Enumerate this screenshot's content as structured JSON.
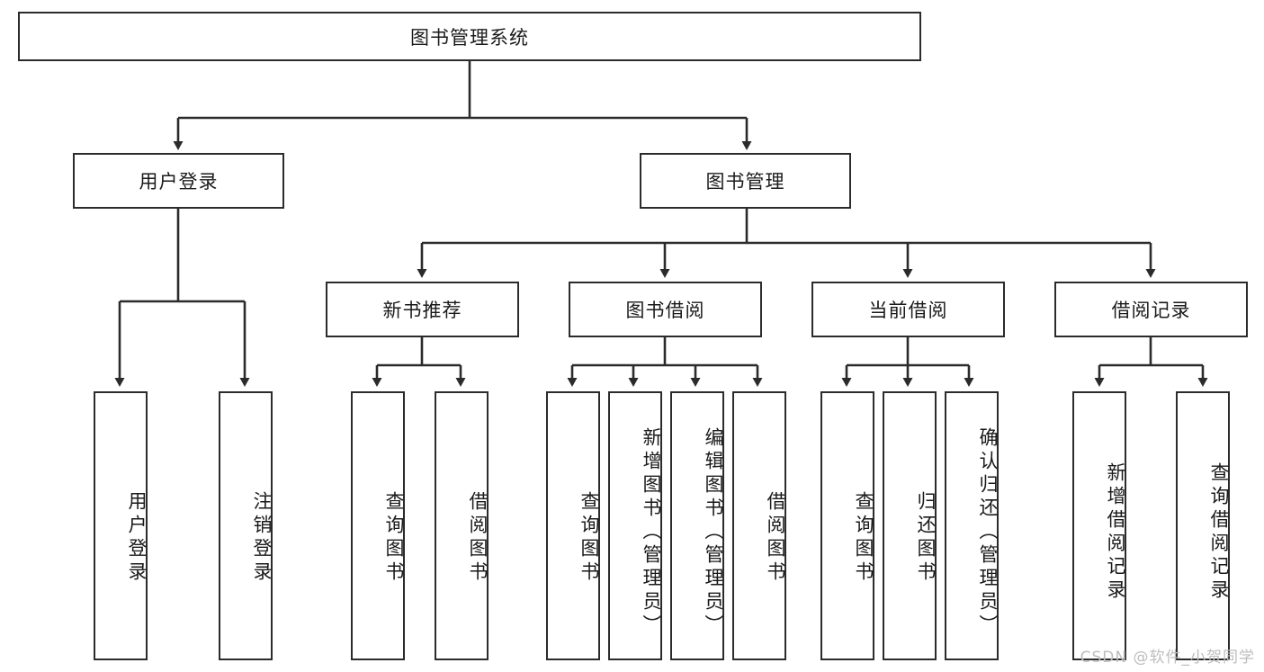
{
  "diagram": {
    "title": "图书管理系统",
    "type": "tree-hierarchy-diagram",
    "colors": {
      "box_border": "#2b2b2b",
      "box_fill": "#ffffff",
      "line": "#2b2b2b",
      "text": "#1a1a1a",
      "watermark": "#bdbdbd",
      "background": "#ffffff"
    },
    "root": {
      "label": "图书管理系统"
    },
    "level2": [
      {
        "label": "用户登录"
      },
      {
        "label": "图书管理"
      }
    ],
    "level3": [
      {
        "label": "新书推荐"
      },
      {
        "label": "图书借阅"
      },
      {
        "label": "当前借阅"
      },
      {
        "label": "借阅记录"
      }
    ],
    "leaves": {
      "user_login": [
        {
          "label": "用户登录"
        },
        {
          "label": "注销登录"
        }
      ],
      "new_book_recommend": [
        {
          "label": "查询图书"
        },
        {
          "label": "借阅图书"
        }
      ],
      "book_borrow": [
        {
          "label": "查询图书"
        },
        {
          "label": "新增图书（管理员）"
        },
        {
          "label": "编辑图书（管理员）"
        },
        {
          "label": "借阅图书"
        }
      ],
      "current_borrow": [
        {
          "label": "查询图书"
        },
        {
          "label": "归还图书"
        },
        {
          "label": "确认归还（管理员）"
        }
      ],
      "borrow_record": [
        {
          "label": "新增借阅记录"
        },
        {
          "label": "查询借阅记录"
        }
      ]
    }
  },
  "watermark": {
    "text": "CSDN @软件_小贺同学"
  }
}
